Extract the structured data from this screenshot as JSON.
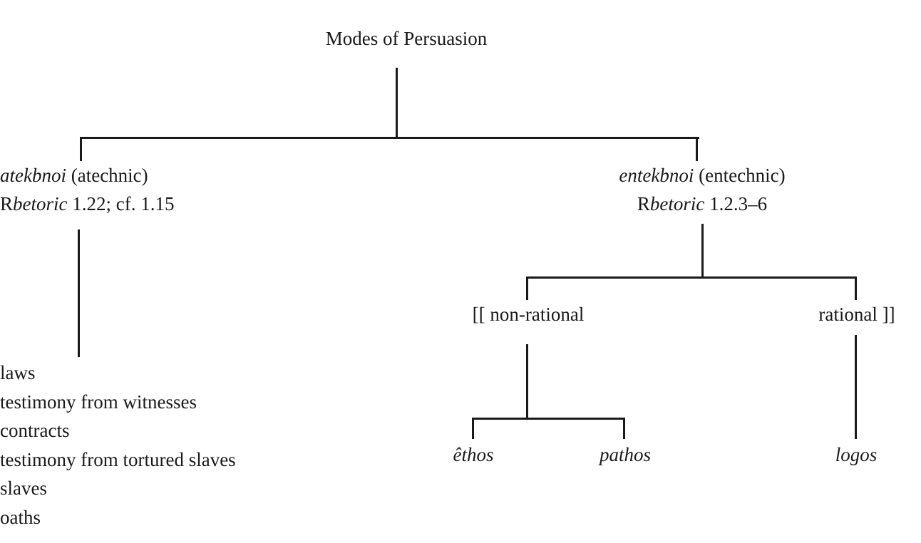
{
  "diagram": {
    "title": "Modes of Persuasion",
    "type": "tree",
    "background_color": "#ffffff",
    "line_color": "#1a1a1a",
    "text_color": "#1a1a1a"
  },
  "root": {
    "label": "Modes of Persuasion"
  },
  "branches": {
    "atekhnoi": {
      "term_italic": "atekbnoi",
      "term_gloss": " (atechnic)",
      "citation_prefix": "R",
      "citation_italic": "betoric",
      "citation_rest": " 1.22; cf. 1.15",
      "items": [
        "laws",
        "testimony from witnesses",
        "contracts",
        "testimony from tortured slaves",
        "slaves",
        "oaths"
      ]
    },
    "entekhnoi": {
      "term_italic": "entekbnoi",
      "term_gloss": " (entechnic)",
      "citation_prefix": "R",
      "citation_italic": "betoric",
      "citation_rest": " 1.2.3–6",
      "children": {
        "non_rational": {
          "label": "[[ non-rational",
          "children": [
            {
              "label": "êthos"
            },
            {
              "label": "pathos"
            }
          ]
        },
        "rational": {
          "label": "rational ]]",
          "children": [
            {
              "label": "logos"
            }
          ]
        }
      }
    }
  }
}
